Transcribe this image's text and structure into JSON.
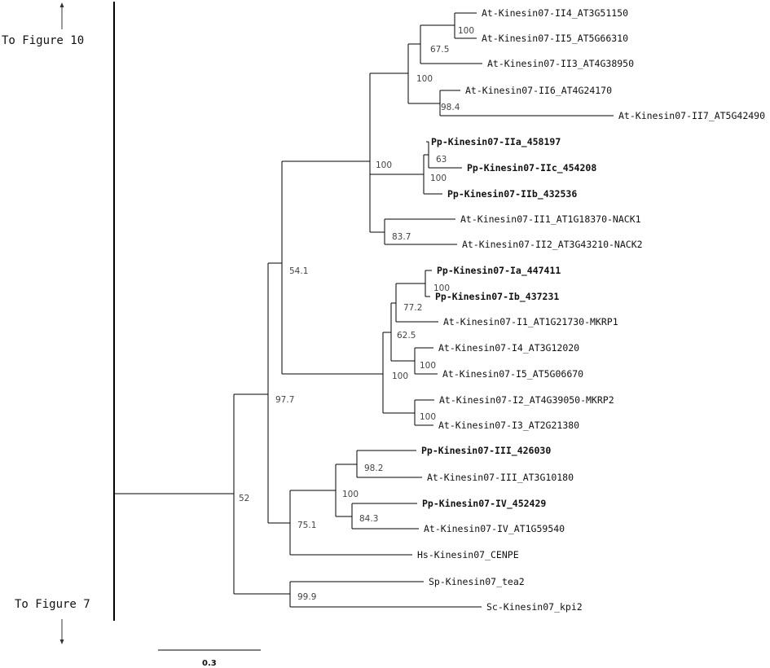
{
  "side_labels": {
    "top": "To Figure 10",
    "bottom": "To Figure 7"
  },
  "scale_bar": {
    "label": "0.3"
  },
  "leaves": [
    {
      "id": "L1",
      "label": "At-Kinesin07-II4_AT3G51150",
      "bold": false
    },
    {
      "id": "L2",
      "label": "At-Kinesin07-II5_AT5G66310",
      "bold": false
    },
    {
      "id": "L3",
      "label": "At-Kinesin07-II3_AT4G38950",
      "bold": false
    },
    {
      "id": "L4",
      "label": "At-Kinesin07-II6_AT4G24170",
      "bold": false
    },
    {
      "id": "L5",
      "label": "At-Kinesin07-II7_AT5G42490",
      "bold": false
    },
    {
      "id": "L6",
      "label": "Pp-Kinesin07-IIa_458197",
      "bold": true
    },
    {
      "id": "L7",
      "label": "Pp-Kinesin07-IIc_454208",
      "bold": true
    },
    {
      "id": "L8",
      "label": "Pp-Kinesin07-IIb_432536",
      "bold": true
    },
    {
      "id": "L9",
      "label": "At-Kinesin07-II1_AT1G18370-NACK1",
      "bold": false
    },
    {
      "id": "L10",
      "label": "At-Kinesin07-II2_AT3G43210-NACK2",
      "bold": false
    },
    {
      "id": "L11",
      "label": "Pp-Kinesin07-Ia_447411",
      "bold": true
    },
    {
      "id": "L12",
      "label": "Pp-Kinesin07-Ib_437231",
      "bold": true
    },
    {
      "id": "L13",
      "label": "At-Kinesin07-I1_AT1G21730-MKRP1",
      "bold": false
    },
    {
      "id": "L14",
      "label": "At-Kinesin07-I4_AT3G12020",
      "bold": false
    },
    {
      "id": "L15",
      "label": "At-Kinesin07-I5_AT5G06670",
      "bold": false
    },
    {
      "id": "L16",
      "label": "At-Kinesin07-I2_AT4G39050-MKRP2",
      "bold": false
    },
    {
      "id": "L17",
      "label": "At-Kinesin07-I3_AT2G21380",
      "bold": false
    },
    {
      "id": "L18",
      "label": "Pp-Kinesin07-III_426030",
      "bold": true
    },
    {
      "id": "L19",
      "label": "At-Kinesin07-III_AT3G10180",
      "bold": false
    },
    {
      "id": "L20",
      "label": "Pp-Kinesin07-IV_452429",
      "bold": true
    },
    {
      "id": "L21",
      "label": "At-Kinesin07-IV_AT1G59540",
      "bold": false
    },
    {
      "id": "L22",
      "label": "Hs-Kinesin07_CENPE",
      "bold": false
    },
    {
      "id": "L23",
      "label": "Sp-Kinesin07_tea2",
      "bold": false
    },
    {
      "id": "L24",
      "label": "Sc-Kinesin07_kpi2",
      "bold": false
    }
  ],
  "support_values": [
    {
      "node": "II4_II5",
      "value": "100"
    },
    {
      "node": "II4_II5_II3",
      "value": "67.5"
    },
    {
      "node": "II6_II7",
      "value": "98.4"
    },
    {
      "node": "IIat_clade",
      "value": "100"
    },
    {
      "node": "IIa_IIc",
      "value": "63"
    },
    {
      "node": "IIa_IIc_IIb",
      "value": "100"
    },
    {
      "node": "NACK",
      "value": "83.7"
    },
    {
      "node": "II_total",
      "value": "100"
    },
    {
      "node": "Ia_Ib",
      "value": "100"
    },
    {
      "node": "Ia_Ib_I1",
      "value": "77.2"
    },
    {
      "node": "I4_I5",
      "value": "100"
    },
    {
      "node": "Ia_Ib_I1_I4_I5",
      "value": "62.5"
    },
    {
      "node": "I2_I3",
      "value": "100"
    },
    {
      "node": "I_total",
      "value": "100"
    },
    {
      "node": "I_II",
      "value": "54.1"
    },
    {
      "node": "III",
      "value": "98.2"
    },
    {
      "node": "IV",
      "value": "84.3"
    },
    {
      "node": "III_IV",
      "value": "100"
    },
    {
      "node": "III_IV_Hs",
      "value": "75.1"
    },
    {
      "node": "plants_Hs",
      "value": "97.7"
    },
    {
      "node": "fungi",
      "value": "99.9"
    },
    {
      "node": "root",
      "value": "52"
    }
  ]
}
